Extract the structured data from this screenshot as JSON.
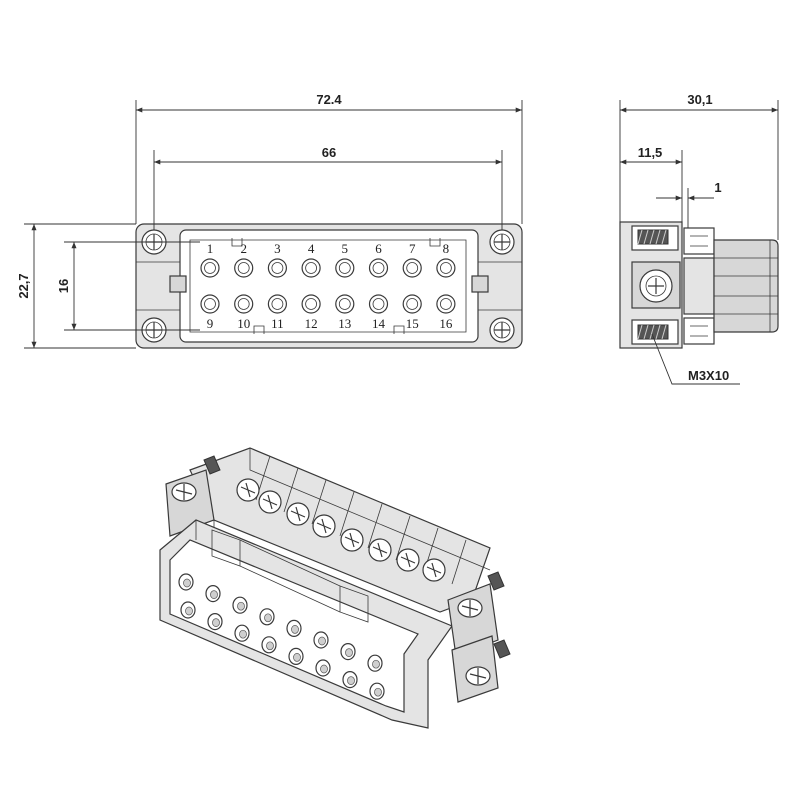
{
  "front_view": {
    "dims": {
      "overall_width": "72.4",
      "hole_spacing": "66",
      "overall_height": "22,7",
      "row_spacing": "16"
    },
    "pins_top": [
      "1",
      "2",
      "3",
      "4",
      "5",
      "6",
      "7",
      "8"
    ],
    "pins_bottom": [
      "9",
      "10",
      "11",
      "12",
      "13",
      "14",
      "15",
      "16"
    ]
  },
  "side_view": {
    "dims": {
      "depth": "30,1",
      "flange_depth": "11,5",
      "offset": "1"
    },
    "screw_label": "M3X10"
  }
}
